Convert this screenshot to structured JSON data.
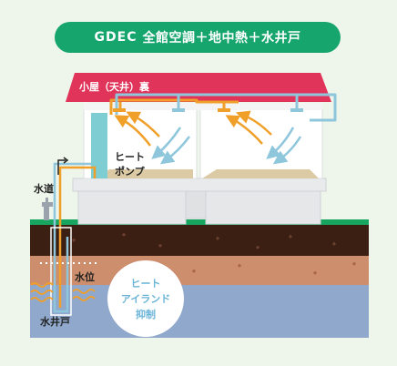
{
  "title": {
    "brand": "GDEC",
    "text": "全館空調＋地中熱＋水井戸"
  },
  "labels": {
    "attic": "小屋（天井）裏",
    "heat_pump_line1": "ヒート",
    "heat_pump_line2": "ポンプ",
    "tap": "水道",
    "water_level": "水位",
    "well": "水井戸"
  },
  "callout": {
    "line1": "ヒート",
    "line2": "アイランド",
    "line3": "抑制"
  },
  "colors": {
    "background": "#eef5ea",
    "title_pill": "#15a56d",
    "roof": "#e0345a",
    "heat_pump": "#7ecdd3",
    "warm_pipe": "#f0a029",
    "cool_pipe": "#8ec6dc",
    "topsoil": "#3b1f12",
    "clay": "#cd8e6d",
    "groundwater": "#8fa8cc",
    "grass": "#17a560"
  },
  "icons": [
    "faucet-icon",
    "warm-airflow-arrow-icon",
    "cool-airflow-arrow-icon",
    "wave-icon"
  ]
}
